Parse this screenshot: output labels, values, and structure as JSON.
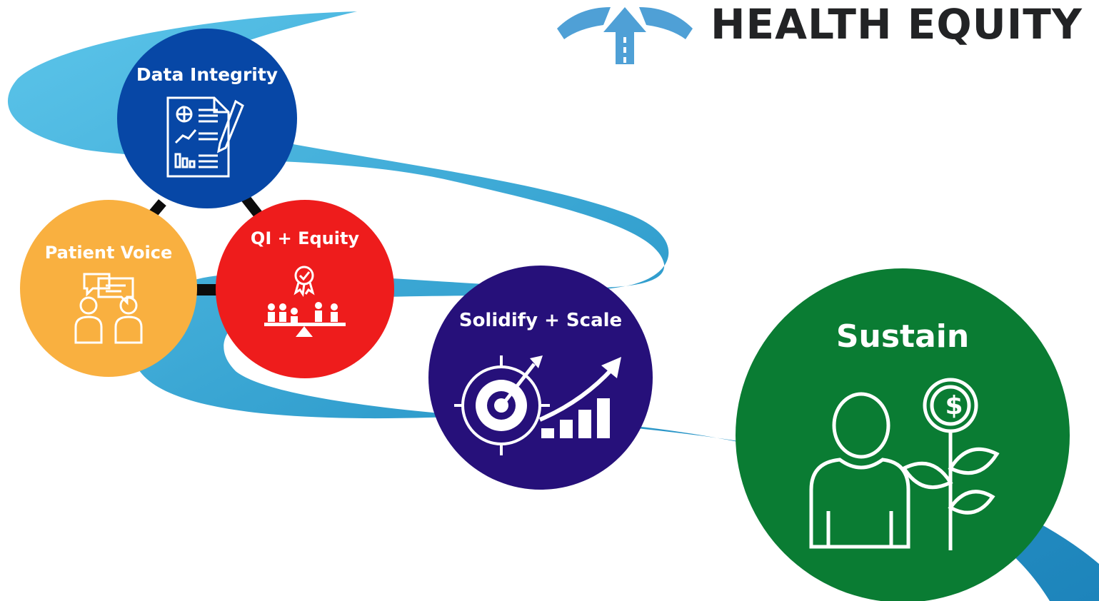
{
  "brand": {
    "text": "HEALTH EQUITY",
    "logo_icon": "arrow-up-road-icon"
  },
  "colors": {
    "river_light": "#5cc0e6",
    "river_dark": "#1f86bd",
    "data_integrity": "#0747a6",
    "patient_voice": "#f9b040",
    "qi_equity": "#ee1c1c",
    "solidify_scale": "#26107a",
    "sustain": "#0a7c33",
    "connector": "#0c0c0c",
    "brand_text": "#222325",
    "logo_blue": "#4fa0d6"
  },
  "nodes": {
    "data_integrity": {
      "label": "Data Integrity",
      "icon": "report-document-icon"
    },
    "patient_voice": {
      "label": "Patient Voice",
      "icon": "conversation-people-icon"
    },
    "qi_equity": {
      "label": "QI + Equity",
      "icon": "balance-people-award-icon"
    },
    "solidify_scale": {
      "label": "Solidify + Scale",
      "icon": "target-growth-chart-icon"
    },
    "sustain": {
      "label": "Sustain",
      "icon": "person-money-plant-icon"
    }
  }
}
